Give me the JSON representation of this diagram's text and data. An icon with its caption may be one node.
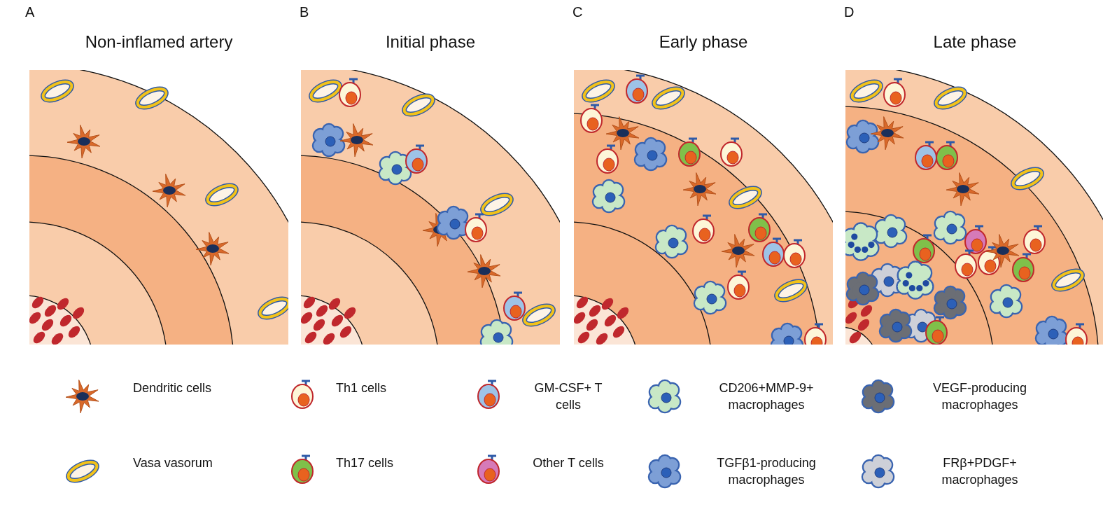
{
  "diagram": {
    "labels": [
      "A",
      "Non-inflamed artery",
      "B",
      "Initial phase",
      "C",
      "Early phase",
      "D",
      "Late phase"
    ],
    "legend": [
      {
        "text": "Dendritic cells"
      },
      {
        "text": "Th1 cells"
      },
      {
        "text": "GM-CSF+ T cells"
      },
      {
        "text": "CD206+MMP-9+ macrophages"
      },
      {
        "text": "VEGF-producing macrophages"
      },
      {
        "text": "Vasa vasorum"
      },
      {
        "text": "Th17 cells"
      },
      {
        "text": "Other T cells"
      },
      {
        "text": "TGFβ1-producing macrophages"
      },
      {
        "text": "FRβ+PDGF+ macrophages"
      }
    ]
  }
}
